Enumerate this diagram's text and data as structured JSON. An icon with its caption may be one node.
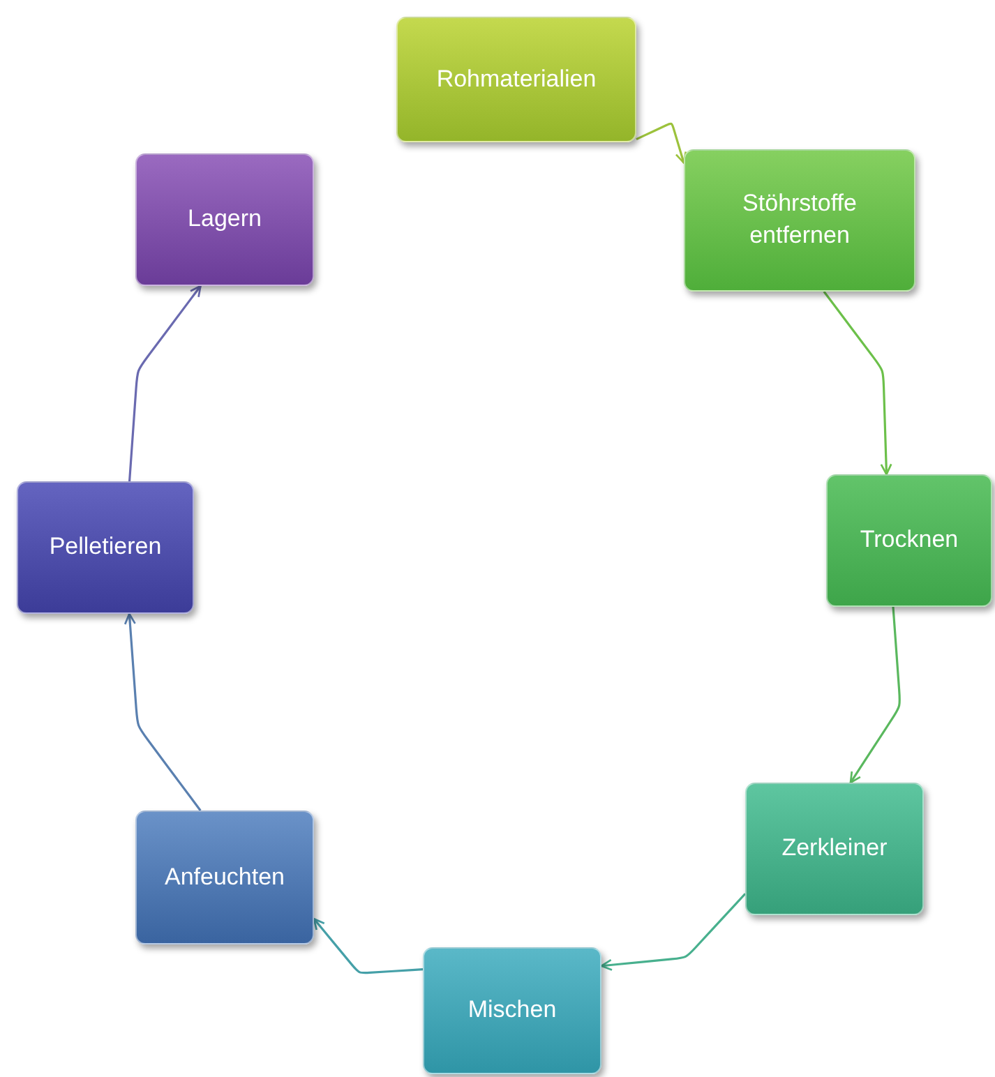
{
  "diagram": {
    "nodes": [
      {
        "text": [
          "Rohmaterialien"
        ]
      },
      {
        "text": [
          "Stöhrstoffe entfernen"
        ]
      },
      {
        "text": [
          "Trocknen"
        ]
      },
      {
        "text": [
          "Zerkleiner"
        ]
      },
      {
        "text": [
          "Mischen"
        ]
      },
      {
        "text": [
          "Anfeuchten"
        ]
      },
      {
        "text": [
          "Pelletieren"
        ]
      },
      {
        "text": [
          "Lagern"
        ]
      }
    ],
    "edges": [
      {
        "from": 0,
        "to": 1,
        "arrow": "to",
        "color": "#9cc23c"
      },
      {
        "from": 1,
        "to": 2,
        "arrow": "to",
        "color": "#6cc04a"
      },
      {
        "from": 2,
        "to": 3,
        "arrow": "to",
        "color": "#5ab85e"
      },
      {
        "from": 3,
        "to": 4,
        "arrow": "to",
        "color": "#48b08e"
      },
      {
        "from": 4,
        "to": 5,
        "arrow": "to",
        "color": "#45a0a8"
      },
      {
        "from": 5,
        "to": 6,
        "arrow": "to",
        "color": "#5a80b0"
      },
      {
        "from": 6,
        "to": 7,
        "arrow": "to",
        "color": "#6a6ab0"
      }
    ]
  }
}
